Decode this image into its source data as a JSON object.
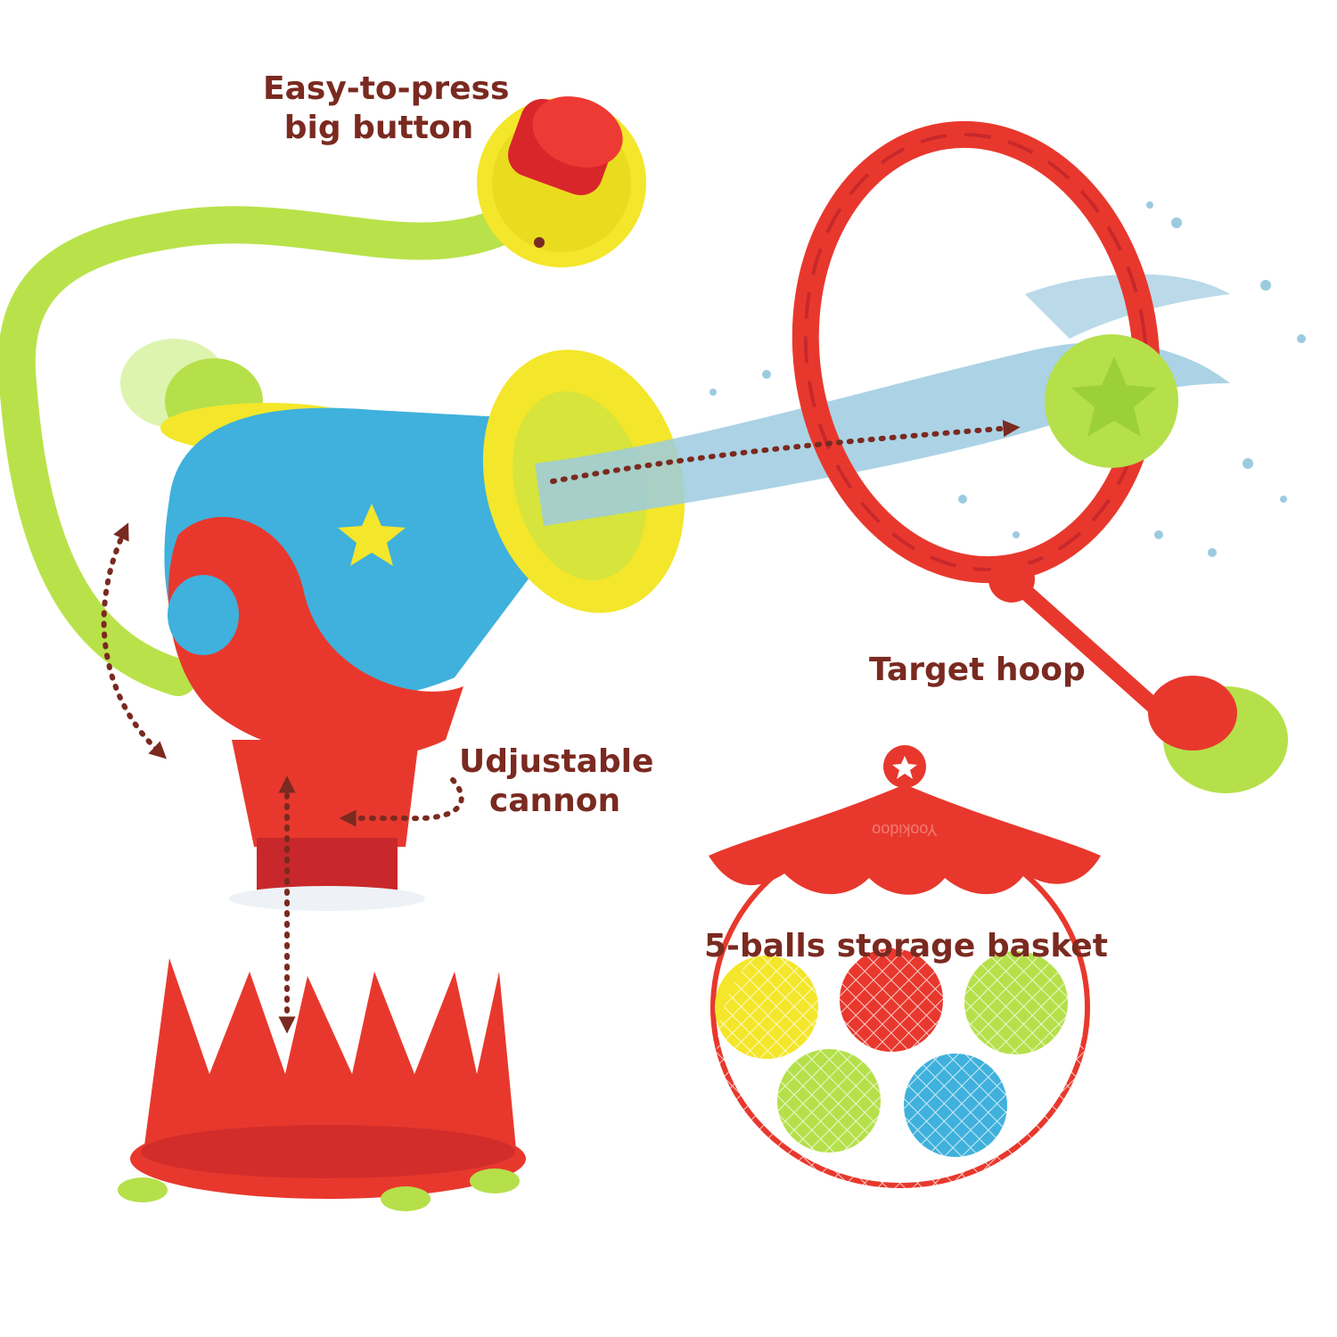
{
  "labels": {
    "button": {
      "line1": "Easy-to-press",
      "line2": "big button"
    },
    "hoop": "Target hoop",
    "cannon": {
      "line1": "Udjustable",
      "line2": "cannon"
    },
    "basket": "5-balls storage basket"
  },
  "basket_brand": "Yookidoo",
  "colors": {
    "label_text": "#7a2a20",
    "red": "#e8382d",
    "yellow": "#f4e62a",
    "lime": "#b5e04a",
    "blue": "#3fb1dc",
    "water": "#9ccbe0"
  },
  "balls": [
    "yellow",
    "red",
    "lime",
    "lime",
    "blue"
  ]
}
